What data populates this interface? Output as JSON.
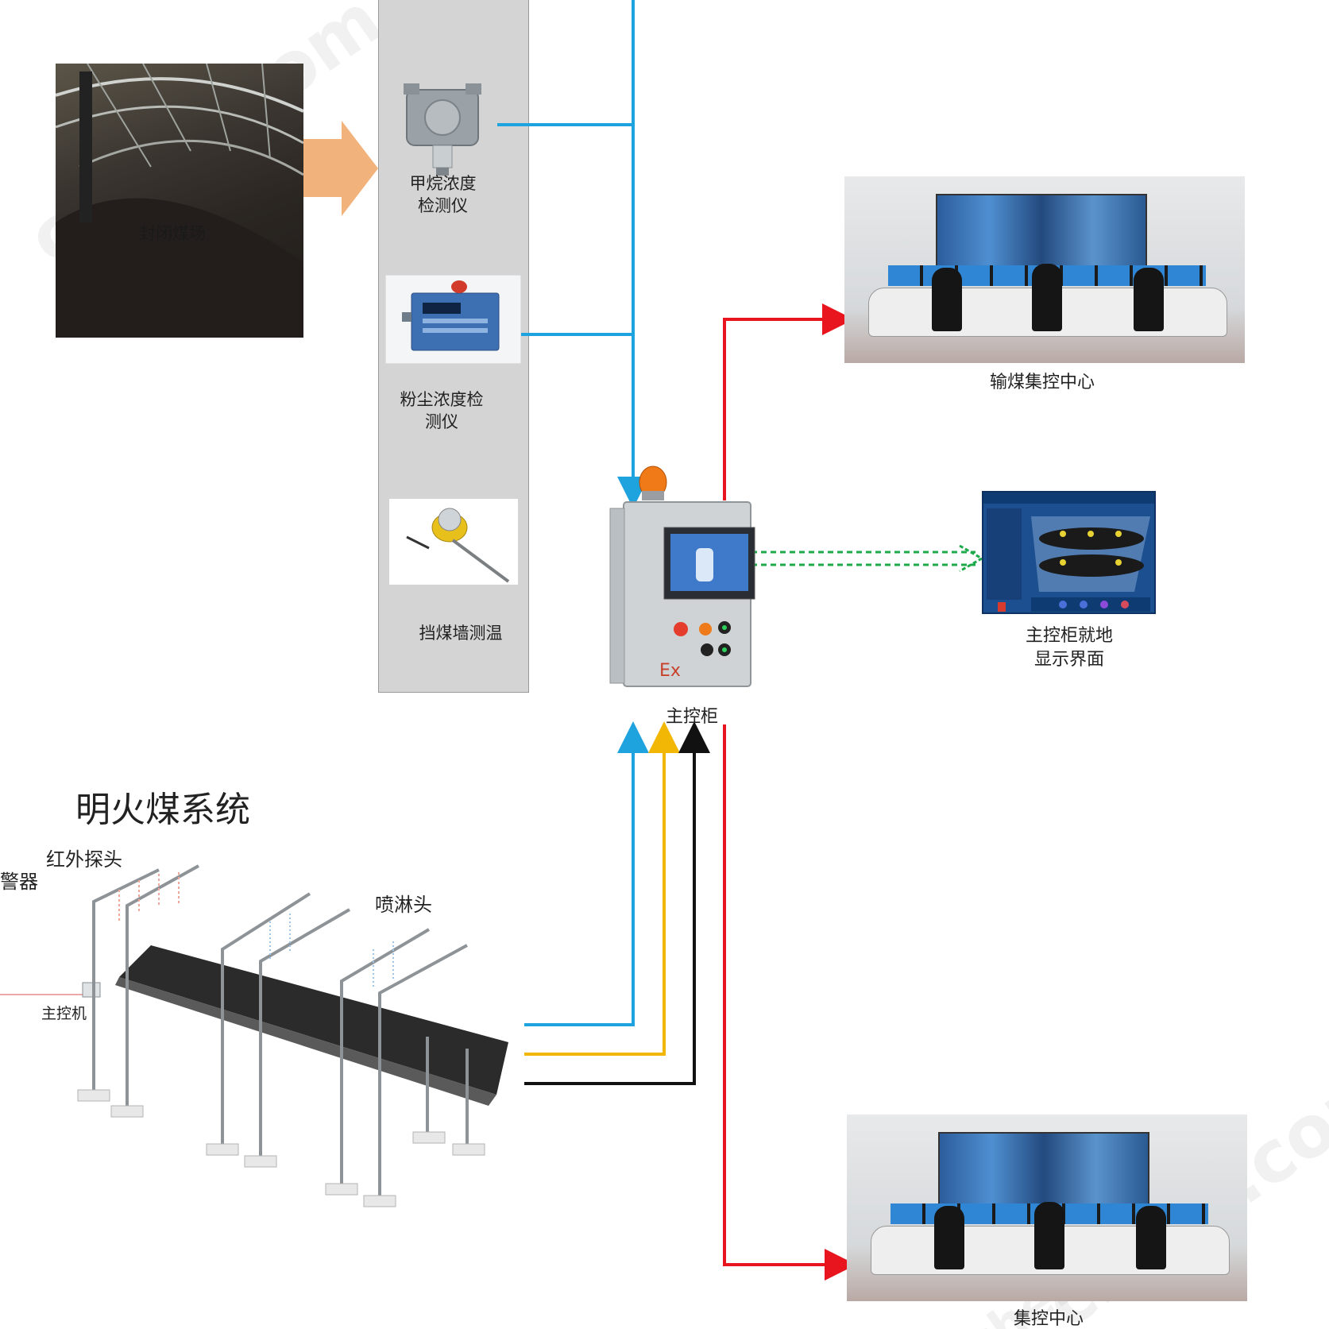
{
  "colors": {
    "blue_line": "#1fa3df",
    "red_line": "#e8141e",
    "yellow_line": "#f2b705",
    "black_line": "#111111",
    "green_dashed": "#1eaa4a",
    "orange_arrow": "#f2b27c",
    "panel_gray": "#d4d4d4"
  },
  "coal_yard": {
    "label": "封闭煤场"
  },
  "sensors": {
    "methane": {
      "label_line1": "甲烷浓度",
      "label_line2": "检测仪"
    },
    "dust": {
      "label_line1": "粉尘浓度检",
      "label_line2": "测仪"
    },
    "wall_temp": {
      "label": "挡煤墙测温"
    }
  },
  "main_cabinet": {
    "label": "主控柜",
    "ex_mark": "Ex"
  },
  "local_display": {
    "label_line1": "主控柜就地",
    "label_line2": "显示界面"
  },
  "control_center_top": {
    "label": "输煤集控中心"
  },
  "control_center_bottom": {
    "label": "集控中心"
  },
  "fire_system": {
    "title": "明火煤系统",
    "infrared_label": "红外探头",
    "alarm_label": "警器",
    "sprinkler_label": "喷淋头",
    "host_label": "主控机"
  },
  "watermarks": [
    "chem.com",
    "chem.com",
    "chemi.com"
  ]
}
